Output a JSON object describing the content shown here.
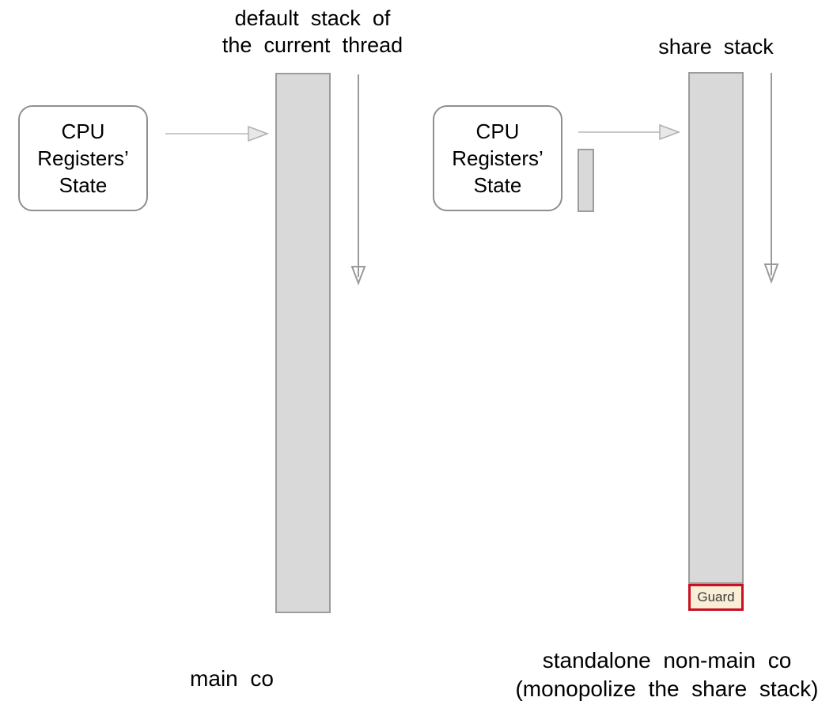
{
  "left": {
    "stack_title": "default stack of\nthe current thread",
    "cpu_box_label": "CPU\nRegisters’\nState",
    "caption": "main co"
  },
  "right": {
    "stack_title": "share stack",
    "cpu_box_label": "CPU\nRegisters’\nState",
    "guard_label": "Guard",
    "caption": "standalone non-main co\n(monopolize the share stack)"
  },
  "colors": {
    "stack_fill": "#d9d9d9",
    "stack_border": "#9c9c9c",
    "box_border": "#8f8f8f",
    "arrow_gray": "#9a9a9a",
    "arrow_light": "#c9c9c9",
    "guard_border": "#c81022",
    "guard_fill": "#faeed6",
    "text": "#000000"
  }
}
